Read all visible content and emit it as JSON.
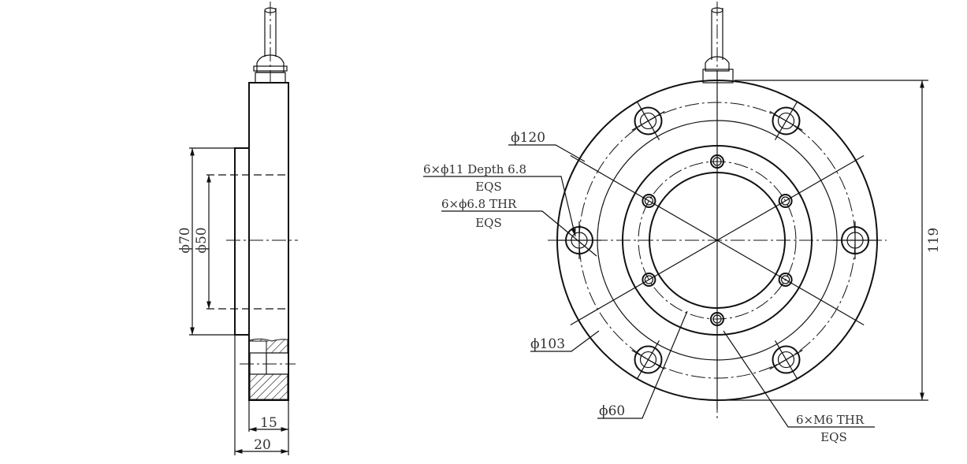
{
  "side_view": {
    "dim_outer_flange": "ϕ70",
    "dim_inner_flange": "ϕ50",
    "dim_body_width": "15",
    "dim_total_width": "20"
  },
  "front_view": {
    "dim_outer": "ϕ120",
    "counterbore_note": "6×ϕ11 Depth 6.8",
    "counterbore_eqs": "EQS",
    "thru_note": "6×ϕ6.8 THR",
    "thru_eqs": "EQS",
    "dim_bolt_circle": "ϕ103",
    "dim_inner_circle": "ϕ60",
    "thread_note": "6×M6 THR",
    "thread_eqs": "EQS",
    "dim_height": "119"
  },
  "colors": {
    "line": "#111111",
    "text": "#333333"
  }
}
